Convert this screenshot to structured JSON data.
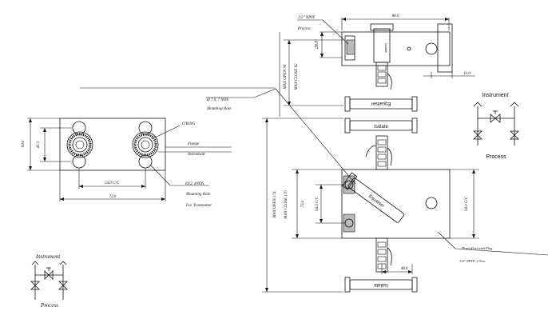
{
  "left_view": {
    "o_ring": "O'RING",
    "flange": "Flange",
    "instrument": "Instrument",
    "mounting_hole_size": "Ø12,  4NOS.",
    "mounting_hole": "Mounting Hole",
    "for_transmitter": "For Transmitter",
    "dim_cc": "54.0 C/C",
    "dim_width": "72.0",
    "dim_height": "60.0",
    "dim_inner": "41.3",
    "dim_hole": "Ø 7.0,  7 NOS",
    "dim_hole_label": "Mounting Hole"
  },
  "top_view": {
    "dim_width": "88.0",
    "npt": "1/2\" NPTF",
    "process": "Process",
    "dim_28": "28.0",
    "dim_10": "10.0",
    "max_closed": "MAX CLOSE 82",
    "max_open": "MAX OPEN 96",
    "isolate_knob": "Isolate",
    "equaliser_bar": "Equaliser",
    "isolate_bar": "Isolate"
  },
  "front_view": {
    "max_closed": "MAX CLOSE 170",
    "max_open": "MAX OPEN 174",
    "dim_73": "73.0",
    "dim_54_left": "54.0 C/C",
    "dim_54_right": "54.0 C/C",
    "equaliser": "Equaliser",
    "drain_port": "Drain Port with Plug",
    "drain_npt": "1/4\" NPTF,  2 Nos.",
    "dim_48": "48.0",
    "isolate_bottom": "Isolate"
  },
  "schematic_right": {
    "top": "Instrument",
    "bottom": "Process"
  },
  "schematic_left": {
    "top": "Instrument",
    "bottom": "Process"
  }
}
